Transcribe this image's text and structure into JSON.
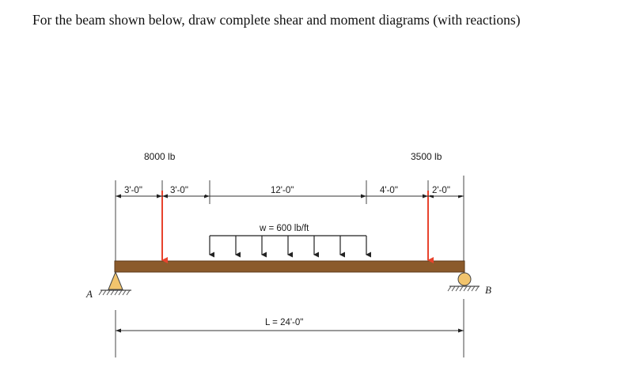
{
  "question": "For the beam shown below, draw complete shear and moment diagrams (with reactions)",
  "loads": {
    "point_load_1": "8000 lb",
    "point_load_2": "3500 lb",
    "distributed": "w = 600 lb/ft"
  },
  "dimensions": {
    "seg1": "3'-0\"",
    "seg2": "3'-0\"",
    "seg3": "12'-0\"",
    "seg4": "4'-0\"",
    "seg5": "2'-0\"",
    "total": "L = 24'-0\""
  },
  "supports": {
    "left_label": "A",
    "right_label": "B"
  },
  "colors": {
    "beam": "#8b5a2b",
    "point_load_arrow": "#e8432d",
    "line": "#222222"
  }
}
